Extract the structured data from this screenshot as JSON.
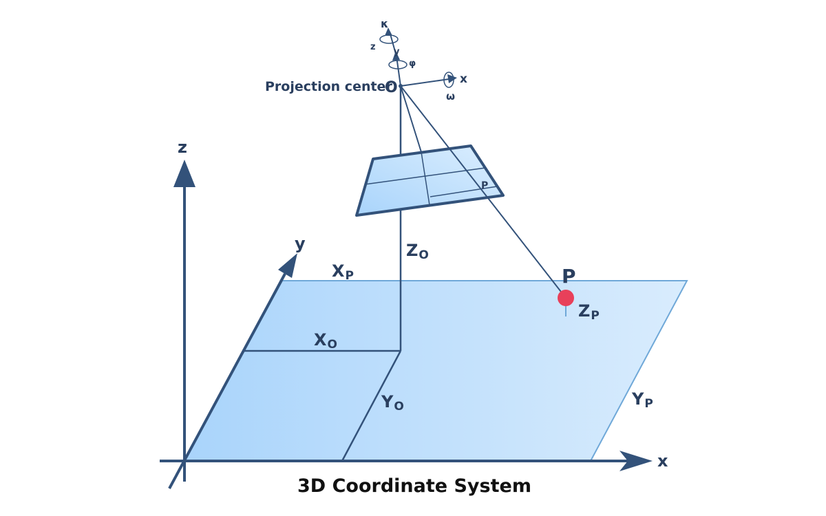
{
  "caption": "3D Coordinate System",
  "projection_center_label": "Projection center",
  "labels": {
    "origin_o": "O",
    "world_axis_z": "z",
    "world_axis_y": "y",
    "world_axis_x": "x",
    "x_p": "X",
    "x_p_sub": "P",
    "z_o": "Z",
    "z_o_sub": "O",
    "x_o": "X",
    "x_o_sub": "O",
    "y_o": "Y",
    "y_o_sub": "O",
    "y_p": "Y",
    "y_p_sub": "P",
    "z_p": "Z",
    "z_p_sub": "P",
    "point_p_ground": "P",
    "point_p_image": "P",
    "cam_kappa": "κ",
    "cam_z": "z",
    "cam_y": "y",
    "cam_phi": "φ",
    "cam_x": "x",
    "cam_omega": "ω"
  },
  "colors": {
    "line": "#33527a",
    "dark": "#2a3f5f",
    "plane_light": "#d6eaff",
    "plane_mid": "#b8dcfb",
    "point_red": "#e8405a"
  }
}
